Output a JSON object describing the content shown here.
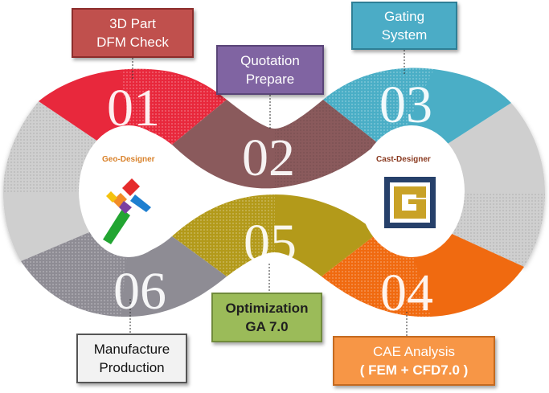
{
  "steps": [
    {
      "number": "01",
      "label_lines": [
        "3D Part",
        "DFM Check"
      ]
    },
    {
      "number": "02",
      "label_lines": [
        "Quotation",
        "Prepare"
      ]
    },
    {
      "number": "03",
      "label_lines": [
        "Gating",
        "System"
      ]
    },
    {
      "number": "04",
      "label_lines": [
        "CAE Analysis",
        "( FEM + CFD7.0 )"
      ]
    },
    {
      "number": "05",
      "label_lines": [
        "Optimization",
        "GA 7.0"
      ]
    },
    {
      "number": "06",
      "label_lines": [
        "Manufacture",
        "Production"
      ]
    }
  ],
  "left_hub": {
    "label": "Geo-Designer",
    "icon": "geo-designer-logo-icon"
  },
  "right_hub": {
    "label": "Cast-Designer",
    "icon": "cast-designer-logo-icon"
  },
  "colors": {
    "step01": "#e8283c",
    "step02": "#8a5a5c",
    "step03": "#4aaec6",
    "step04": "#f06a10",
    "step05": "#b39a1a",
    "step06": "#8e8c94",
    "loop_grey": "#c8c8c8"
  }
}
